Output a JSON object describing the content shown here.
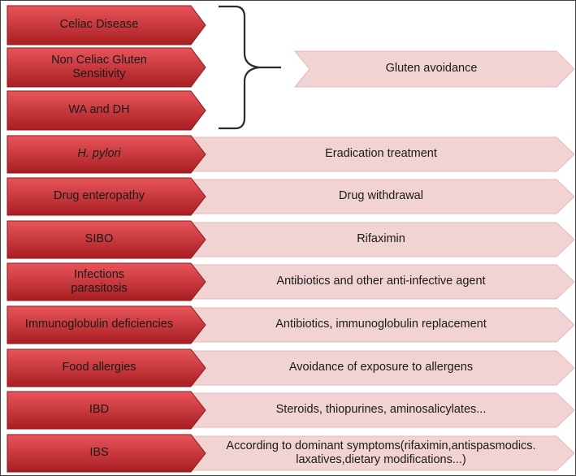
{
  "colors": {
    "condition_fill_top": "#e8555a",
    "condition_fill_bottom": "#a81e22",
    "condition_edge": "#8c1a1d",
    "treatment_fill": "#f2d3d3",
    "treatment_edge": "#e6b8b8",
    "bracket": "#2b2b2b"
  },
  "grouped": {
    "conditions": [
      "Celiac Disease",
      "Non Celiac Gluten\nSensitivity",
      "WA and DH"
    ],
    "treatment": "Gluten avoidance"
  },
  "rows": [
    {
      "condition": "H. pylori",
      "italic": true,
      "treatment": "Eradication treatment"
    },
    {
      "condition": "Drug enteropathy",
      "treatment": "Drug withdrawal"
    },
    {
      "condition": "SIBO",
      "treatment": "Rifaximin"
    },
    {
      "condition": "Infections\nparasitosis",
      "treatment": "Antibiotics and other anti-infective agent"
    },
    {
      "condition": "Immunoglobulin deficiencies",
      "treatment": "Antibiotics, immunoglobulin replacement"
    },
    {
      "condition": "Food allergies",
      "treatment": "Avoidance of exposure to allergens"
    },
    {
      "condition": "IBD",
      "treatment": "Steroids, thiopurines, aminosalicylates..."
    },
    {
      "condition": "IBS",
      "treatment": "According to dominant symptoms(rifaximin,antispasmodics.\nlaxatives,dietary modifications...)"
    }
  ]
}
